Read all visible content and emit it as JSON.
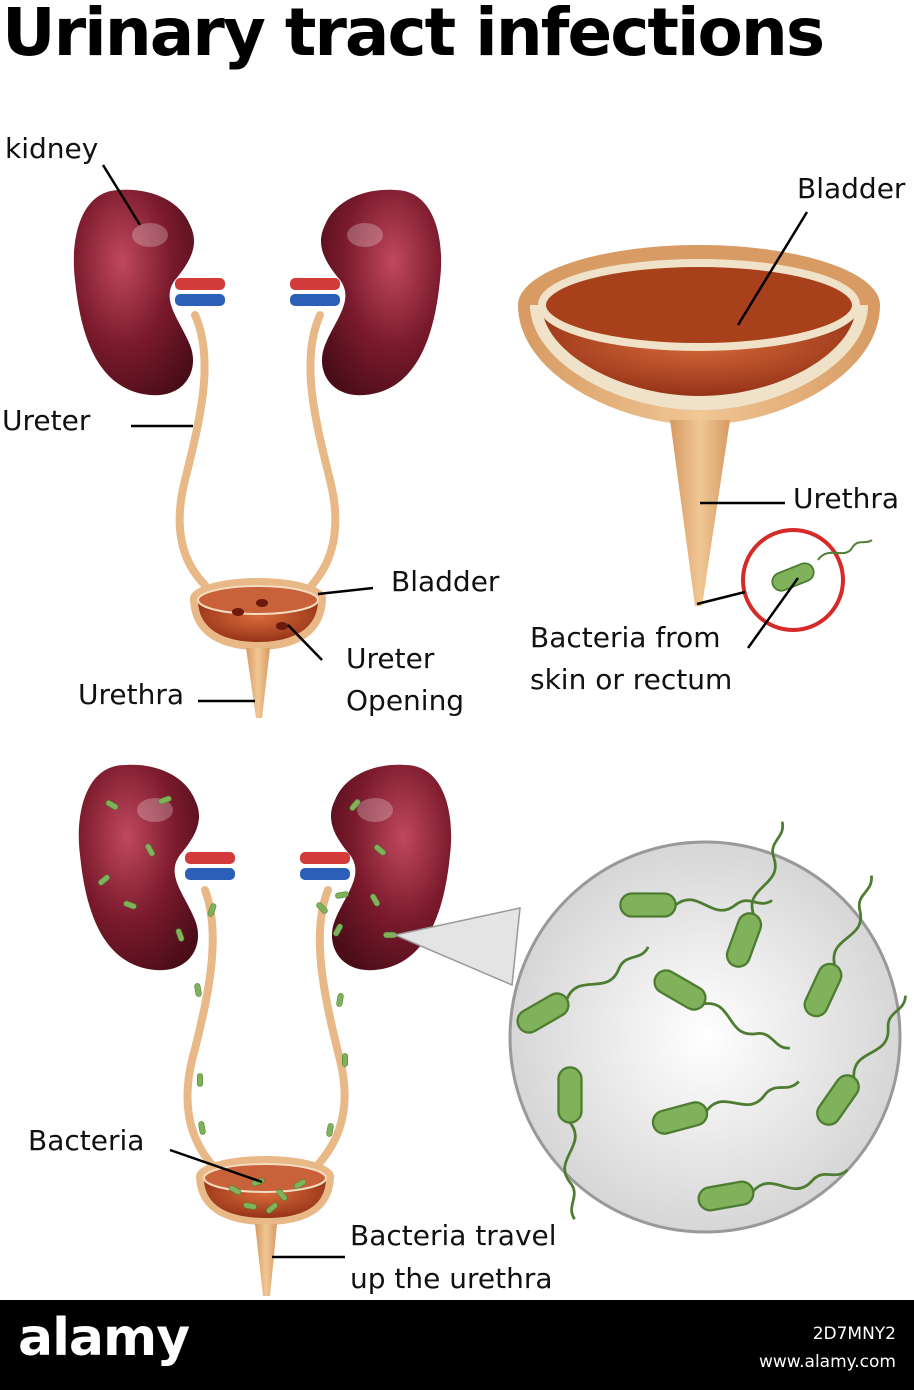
{
  "title": "Urinary tract infections",
  "labels": {
    "kidney": "kidney",
    "ureter": "Ureter",
    "bladder_small": "Bladder",
    "ureter_opening_1": "Ureter",
    "ureter_opening_2": "Opening",
    "urethra_left": "Urethra",
    "bladder_big": "Bladder",
    "urethra_right": "Urethra",
    "bacteria_from_1": "Bacteria from",
    "bacteria_from_2": "skin or rectum",
    "bacteria": "Bacteria",
    "travel_1": "Bacteria travel",
    "travel_2": "up the urethra"
  },
  "watermark": {
    "logo": "alamy",
    "image_id": "2D7MNY2",
    "url": "www.alamy.com"
  },
  "colors": {
    "kidney": "#7a1a2c",
    "ureter": "#e8b887",
    "bladder_fill": "#b5441f",
    "bacteria": "#7fb25a",
    "highlight_ring": "#d42a2a"
  }
}
